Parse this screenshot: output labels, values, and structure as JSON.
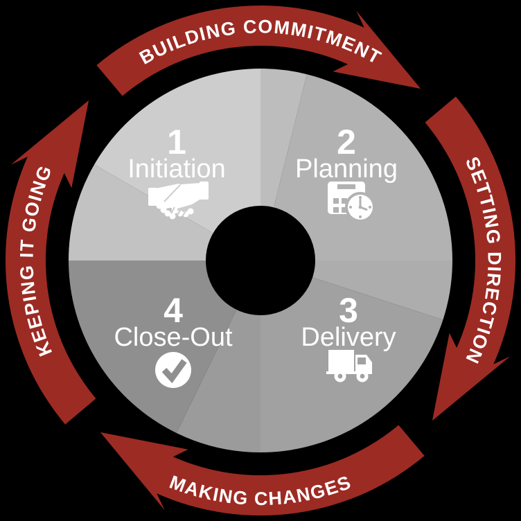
{
  "diagram_title": "Project lifecycle cycle diagram",
  "colors": {
    "background": "#000000",
    "arrow_red": "#9c2b24",
    "text_white": "#ffffff",
    "q1_main": "#cdcdcd",
    "q1_shade": "#c2c2c2",
    "q2_main": "#b2b2b2",
    "q2_shade": "#bdbdbd",
    "q3_main": "#a1a1a1",
    "q3_shade": "#adadad",
    "q4_main": "#8f8f8f",
    "q4_shade": "#9b9b9b"
  },
  "outer_labels": {
    "top": "BUILDING COMMITMENT",
    "right": "SETTING DIRECTION",
    "bottom": "MAKING CHANGES",
    "left": "KEEPING  IT GOING"
  },
  "quadrants": [
    {
      "number": "1",
      "label": "Initiation",
      "icon": "handshake-icon"
    },
    {
      "number": "2",
      "label": "Planning",
      "icon": "calendar-clock-icon"
    },
    {
      "number": "3",
      "label": "Delivery",
      "icon": "delivery-truck-icon"
    },
    {
      "number": "4",
      "label": "Close-Out",
      "icon": "check-circle-icon"
    }
  ]
}
